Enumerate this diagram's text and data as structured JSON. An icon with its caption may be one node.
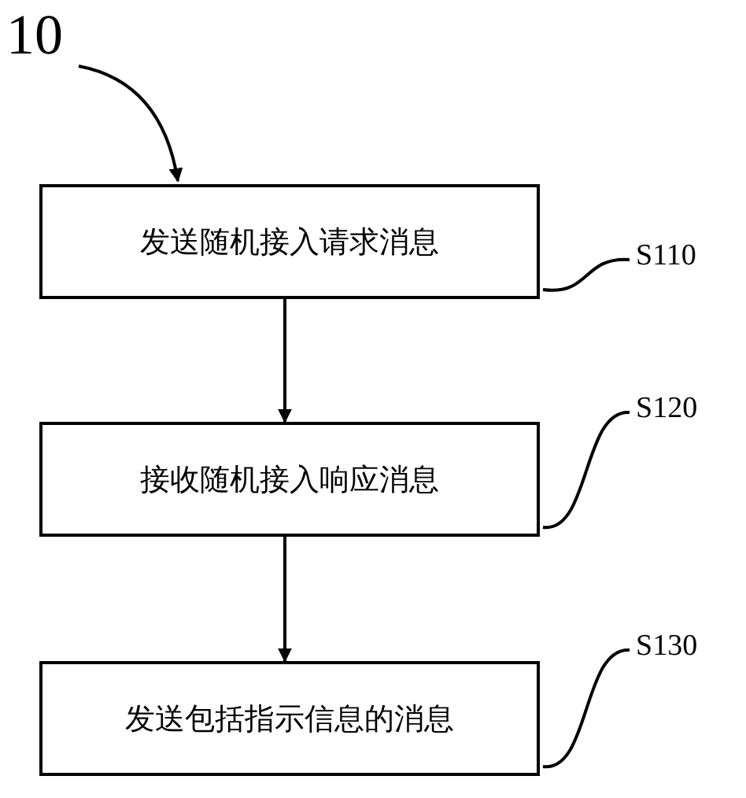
{
  "diagram": {
    "nodes": [
      {
        "text": [
          "10"
        ]
      },
      {
        "text": [
          "发送随机接入请求消息"
        ]
      },
      {
        "text": [
          "S110"
        ]
      },
      {
        "text": [
          "接收随机接入响应消息"
        ]
      },
      {
        "text": [
          "S120"
        ]
      },
      {
        "text": [
          "发送包括指示信息的消息"
        ]
      },
      {
        "text": [
          "S130"
        ]
      }
    ],
    "edges": [
      {
        "from": 0,
        "to": 1,
        "arrow": "to"
      },
      {
        "from": 1,
        "to": 3,
        "arrow": "to"
      },
      {
        "from": 3,
        "to": 5,
        "arrow": "to"
      },
      {
        "from": 2,
        "to": 1,
        "arrow": "none"
      },
      {
        "from": 4,
        "to": 3,
        "arrow": "none"
      },
      {
        "from": 6,
        "to": 5,
        "arrow": "none"
      }
    ]
  }
}
